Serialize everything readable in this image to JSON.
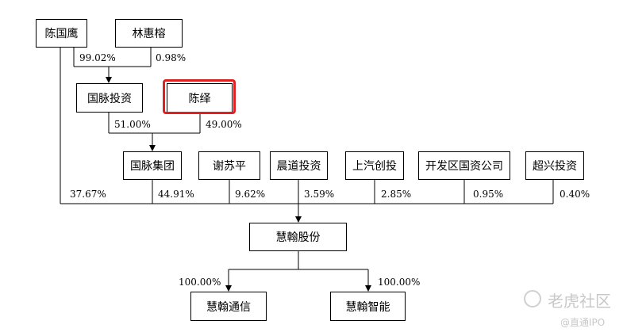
{
  "entities": {
    "chen_guoying": "陈国鹰",
    "lin_huirong": "林惠榕",
    "guomai_touzi": "国脉投资",
    "chen_yi": "陈绎",
    "guomai_jituan": "国脉集团",
    "xie_suping": "谢苏平",
    "chendao_touzi": "晨道投资",
    "shangqi_chuangtou": "上汽创投",
    "kaifaqu_guozi": "开发区国资公司",
    "chaoxing_touzi": "超兴投资",
    "huihan_gufen": "慧翰股份",
    "huihan_tongxin": "慧翰通信",
    "huihan_zhineng": "慧翰智能"
  },
  "percentages": {
    "chen_guoying_to_guomai_touzi": "99.02%",
    "lin_to_guomai_touzi": "0.98%",
    "guomai_touzi_to_jituan": "51.00%",
    "chen_yi_to_jituan": "49.00%",
    "chen_guoying_to_huihan": "37.67%",
    "jituan_to_huihan": "44.91%",
    "xie_to_huihan": "9.62%",
    "chendao_to_huihan": "3.59%",
    "shangqi_to_huihan": "2.85%",
    "kaifaqu_to_huihan": "0.95%",
    "chaoxing_to_huihan": "0.40%",
    "huihan_to_tongxin": "100.00%",
    "huihan_to_zhineng": "100.00%"
  },
  "highlight_color": "#e02020",
  "watermark": {
    "brand": "老虎社区",
    "handle": "@直通IPO"
  }
}
